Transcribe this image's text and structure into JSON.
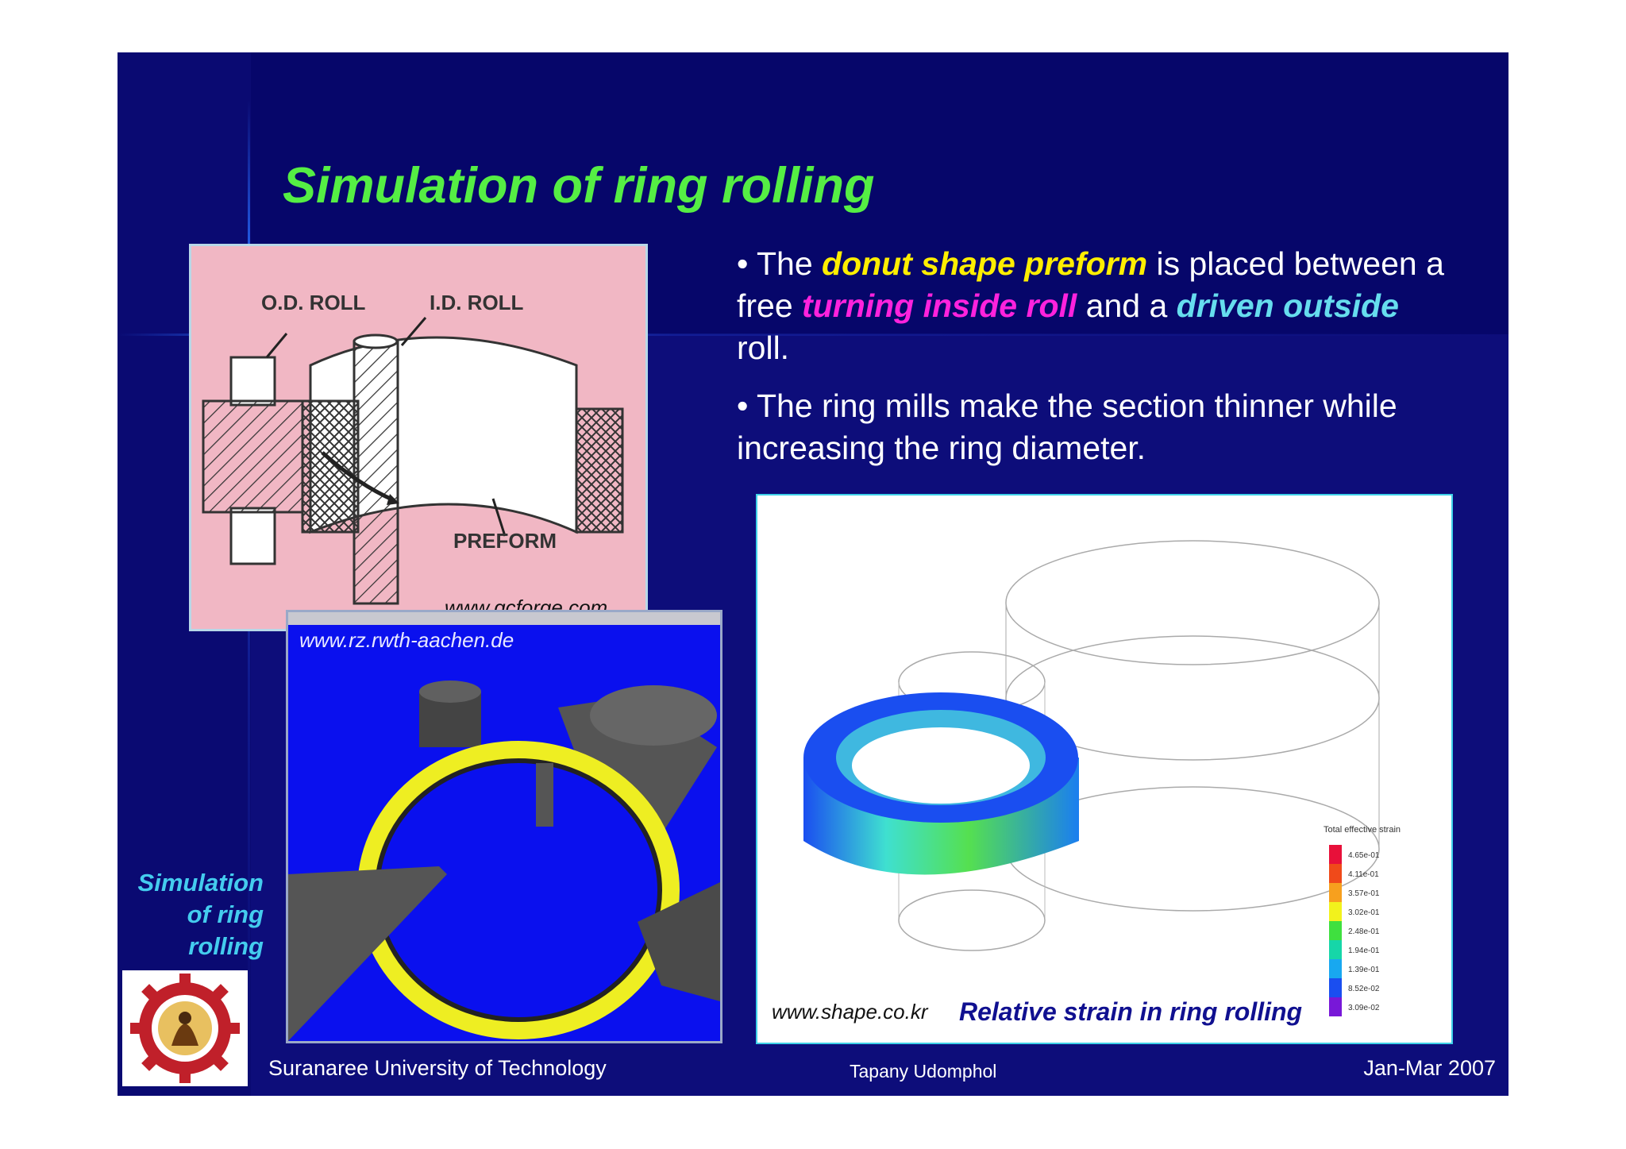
{
  "slide": {
    "title": "Simulation of ring rolling",
    "bullets": [
      {
        "prefix": "• The ",
        "highlight1": "donut shape preform",
        "middle1": " is placed between a free ",
        "highlight2": "turning inside roll",
        "middle2": " and a ",
        "highlight3": "driven outside",
        "suffix": " roll."
      },
      {
        "text": "• The ring mills make the section thinner while increasing the ring diameter."
      }
    ],
    "figure1": {
      "labels": {
        "od_roll": "O.D. ROLL",
        "id_roll": "I.D. ROLL",
        "preform": "PREFORM"
      },
      "source": "www.qcforge.com"
    },
    "figure2": {
      "source": "www.rz.rwth-aachen.de"
    },
    "figure3": {
      "source": "www.shape.co.kr",
      "caption": "Relative strain in ring rolling",
      "legend_title": "Total effective strain",
      "legend_values": [
        "4.65e-01",
        "4.11e-01",
        "3.57e-01",
        "3.02e-01",
        "2.48e-01",
        "1.94e-01",
        "1.39e-01",
        "8.52e-02",
        "3.09e-02"
      ],
      "legend_colors": [
        "#e8103a",
        "#f04a1a",
        "#f7a01e",
        "#f2f21c",
        "#3fe03f",
        "#16d6a8",
        "#18a8f0",
        "#1a4ef0",
        "#7818d8"
      ]
    },
    "side_caption": [
      "Simulation",
      "of ring",
      "rolling"
    ],
    "footer": {
      "institution": "Suranaree University of Technology",
      "author": "Tapany  Udomphol",
      "date": "Jan-Mar   2007"
    },
    "colors": {
      "background": "#0d0d7a",
      "title": "#55ee44",
      "highlight_yellow": "#ffee00",
      "highlight_magenta": "#ff22dd",
      "highlight_cyan": "#66ddee"
    }
  }
}
